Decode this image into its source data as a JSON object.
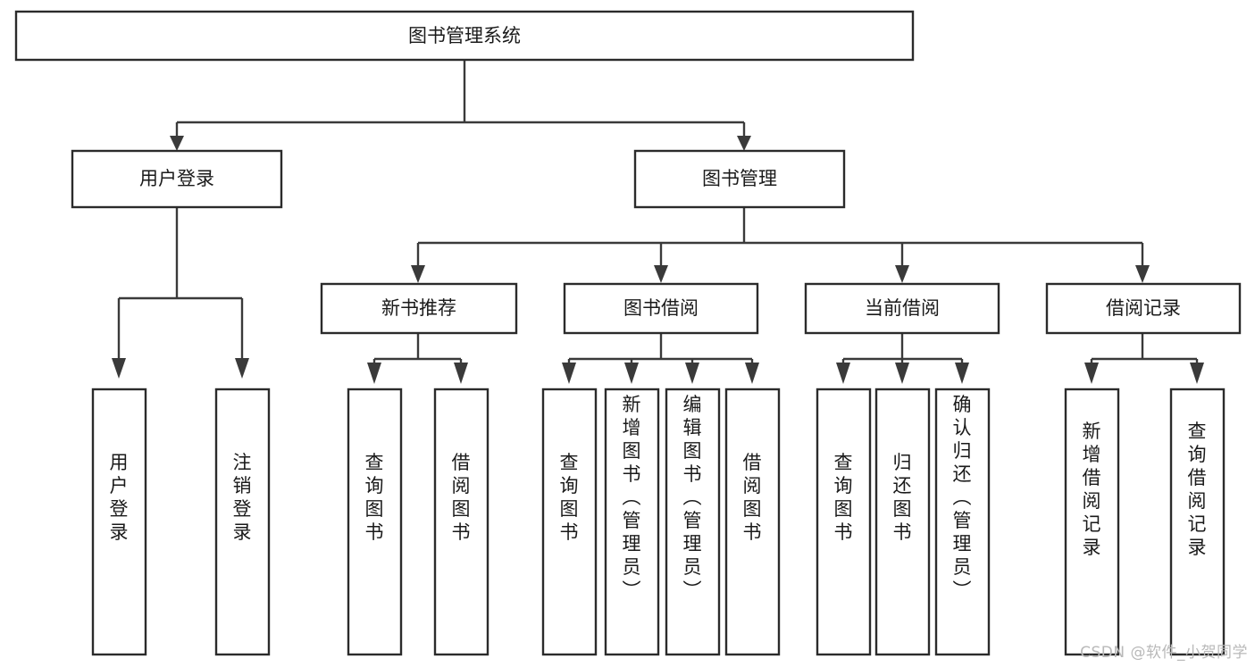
{
  "diagram": {
    "title": "图书管理系统",
    "type": "tree",
    "orientation": "top-down",
    "colors": {
      "box_fill": "#ffffff",
      "box_stroke": "#2b2b2b",
      "line": "#3a3a3a",
      "text": "#1a1a1a",
      "watermark": "#b9b9b9",
      "background": "#ffffff"
    }
  },
  "watermark": {
    "text": "CSDN @软件_小贺同学"
  },
  "nodes": {
    "root": {
      "label": "图书管理系统"
    },
    "level1": [
      {
        "id": "user-login",
        "label": "用户登录"
      },
      {
        "id": "book-management",
        "label": "图书管理"
      }
    ],
    "level2": [
      {
        "id": "new-book-recommend",
        "label": "新书推荐"
      },
      {
        "id": "book-borrow",
        "label": "图书借阅"
      },
      {
        "id": "current-borrow",
        "label": "当前借阅"
      },
      {
        "id": "borrow-record",
        "label": "借阅记录"
      }
    ],
    "leaves": {
      "user-login": [
        {
          "id": "leaf-user-login",
          "label": "用户登录"
        },
        {
          "id": "leaf-logout-login",
          "label": "注销登录"
        }
      ],
      "new-book-recommend": [
        {
          "id": "leaf-query-book-1",
          "label": "查询图书"
        },
        {
          "id": "leaf-borrow-book-1",
          "label": "借阅图书"
        }
      ],
      "book-borrow": [
        {
          "id": "leaf-query-book-2",
          "label": "查询图书"
        },
        {
          "id": "leaf-add-book",
          "label": "新增图书（管理员）"
        },
        {
          "id": "leaf-edit-book",
          "label": "编辑图书（管理员）"
        },
        {
          "id": "leaf-borrow-book-2",
          "label": "借阅图书"
        }
      ],
      "current-borrow": [
        {
          "id": "leaf-query-book-3",
          "label": "查询图书"
        },
        {
          "id": "leaf-return-book",
          "label": "归还图书"
        },
        {
          "id": "leaf-confirm-return",
          "label": "确认归还（管理员）"
        }
      ],
      "borrow-record": [
        {
          "id": "leaf-add-record",
          "label": "新增借阅记录"
        },
        {
          "id": "leaf-query-record",
          "label": "查询借阅记录"
        }
      ]
    }
  }
}
